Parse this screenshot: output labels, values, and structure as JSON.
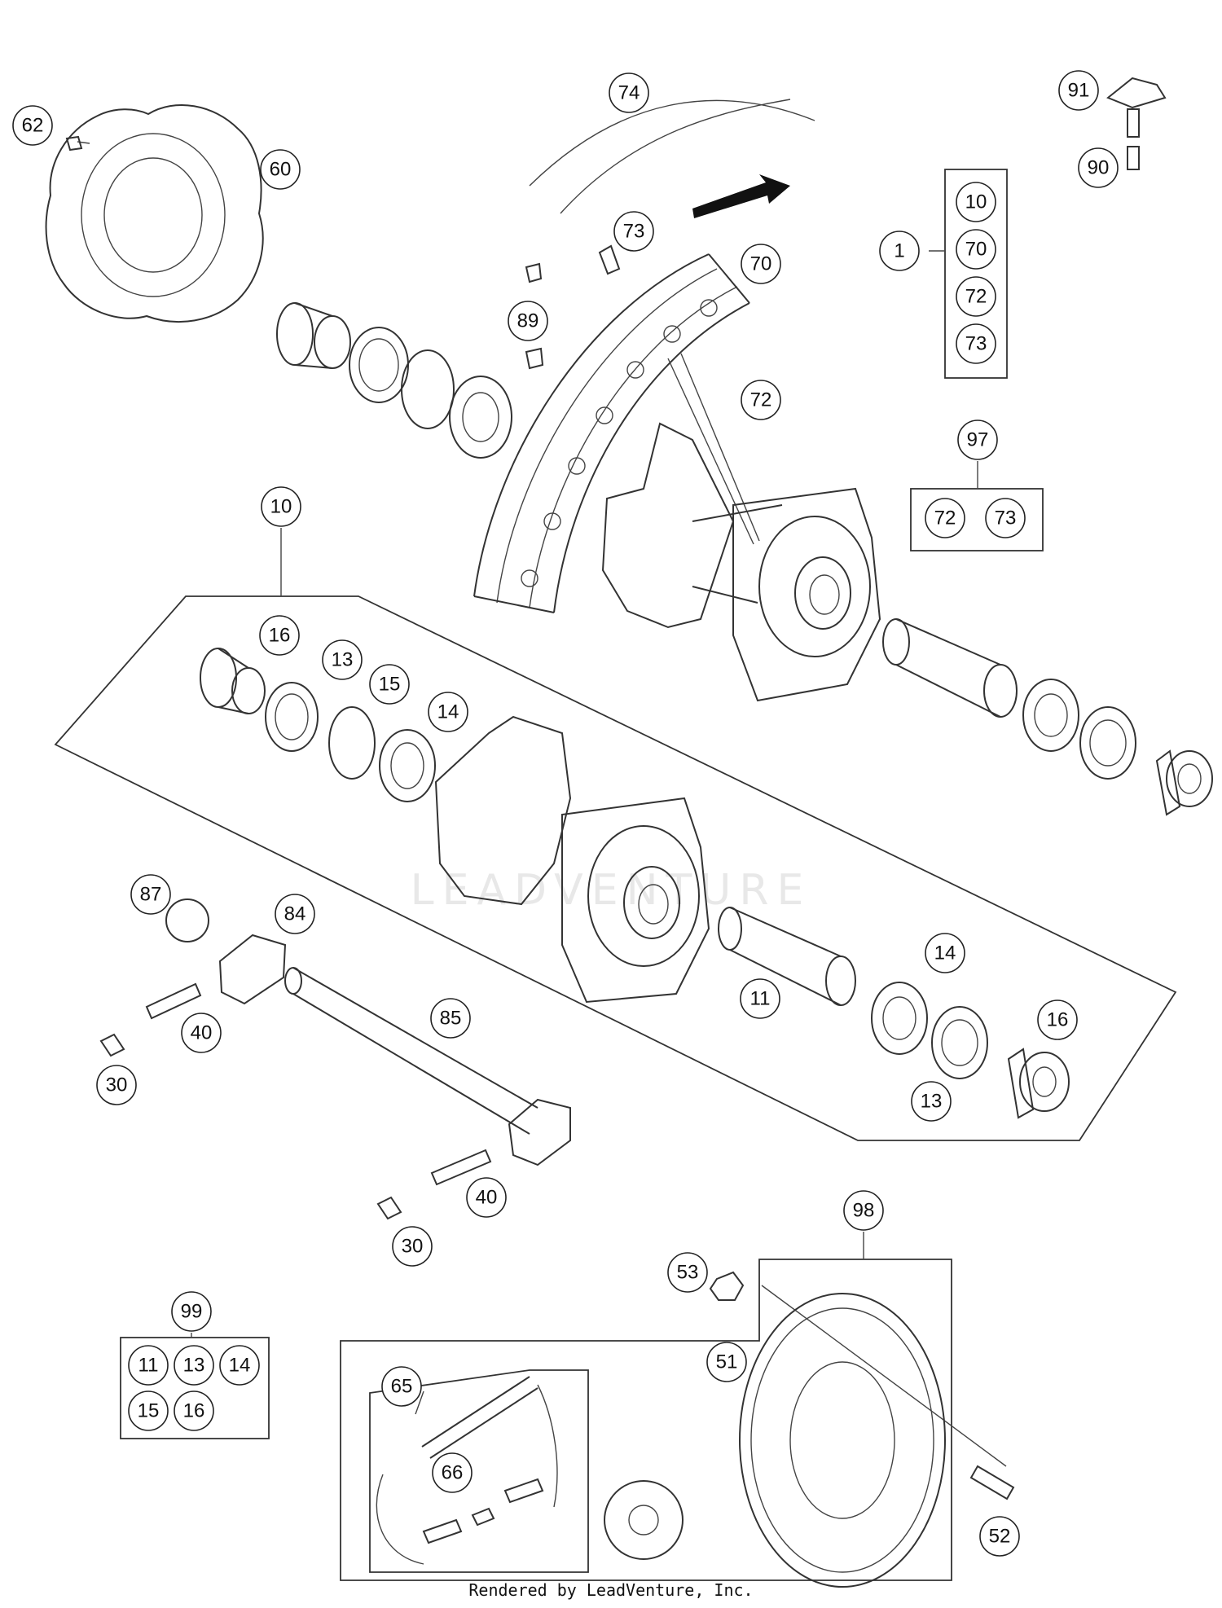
{
  "watermark": "LEADVENTURE",
  "footer": "Rendered by LeadVenture, Inc.",
  "callouts": [
    {
      "id": "c1",
      "label": "1"
    },
    {
      "id": "c10a",
      "label": "10"
    },
    {
      "id": "c10b",
      "label": "10"
    },
    {
      "id": "c11a",
      "label": "11"
    },
    {
      "id": "c11b",
      "label": "11"
    },
    {
      "id": "c13a",
      "label": "13"
    },
    {
      "id": "c13b",
      "label": "13"
    },
    {
      "id": "c13c",
      "label": "13"
    },
    {
      "id": "c14a",
      "label": "14"
    },
    {
      "id": "c14b",
      "label": "14"
    },
    {
      "id": "c14c",
      "label": "14"
    },
    {
      "id": "c15a",
      "label": "15"
    },
    {
      "id": "c15b",
      "label": "15"
    },
    {
      "id": "c16a",
      "label": "16"
    },
    {
      "id": "c16b",
      "label": "16"
    },
    {
      "id": "c16c",
      "label": "16"
    },
    {
      "id": "c30a",
      "label": "30"
    },
    {
      "id": "c30b",
      "label": "30"
    },
    {
      "id": "c40a",
      "label": "40"
    },
    {
      "id": "c40b",
      "label": "40"
    },
    {
      "id": "c51",
      "label": "51"
    },
    {
      "id": "c52",
      "label": "52"
    },
    {
      "id": "c53",
      "label": "53"
    },
    {
      "id": "c60",
      "label": "60"
    },
    {
      "id": "c62",
      "label": "62"
    },
    {
      "id": "c65",
      "label": "65"
    },
    {
      "id": "c66",
      "label": "66"
    },
    {
      "id": "c70a",
      "label": "70"
    },
    {
      "id": "c70b",
      "label": "70"
    },
    {
      "id": "c72a",
      "label": "72"
    },
    {
      "id": "c72b",
      "label": "72"
    },
    {
      "id": "c72c",
      "label": "72"
    },
    {
      "id": "c73a",
      "label": "73"
    },
    {
      "id": "c73b",
      "label": "73"
    },
    {
      "id": "c73c",
      "label": "73"
    },
    {
      "id": "c74",
      "label": "74"
    },
    {
      "id": "c84",
      "label": "84"
    },
    {
      "id": "c85",
      "label": "85"
    },
    {
      "id": "c87",
      "label": "87"
    },
    {
      "id": "c89",
      "label": "89"
    },
    {
      "id": "c90",
      "label": "90"
    },
    {
      "id": "c91",
      "label": "91"
    },
    {
      "id": "c97",
      "label": "97"
    },
    {
      "id": "c98",
      "label": "98"
    },
    {
      "id": "c99",
      "label": "99"
    }
  ]
}
